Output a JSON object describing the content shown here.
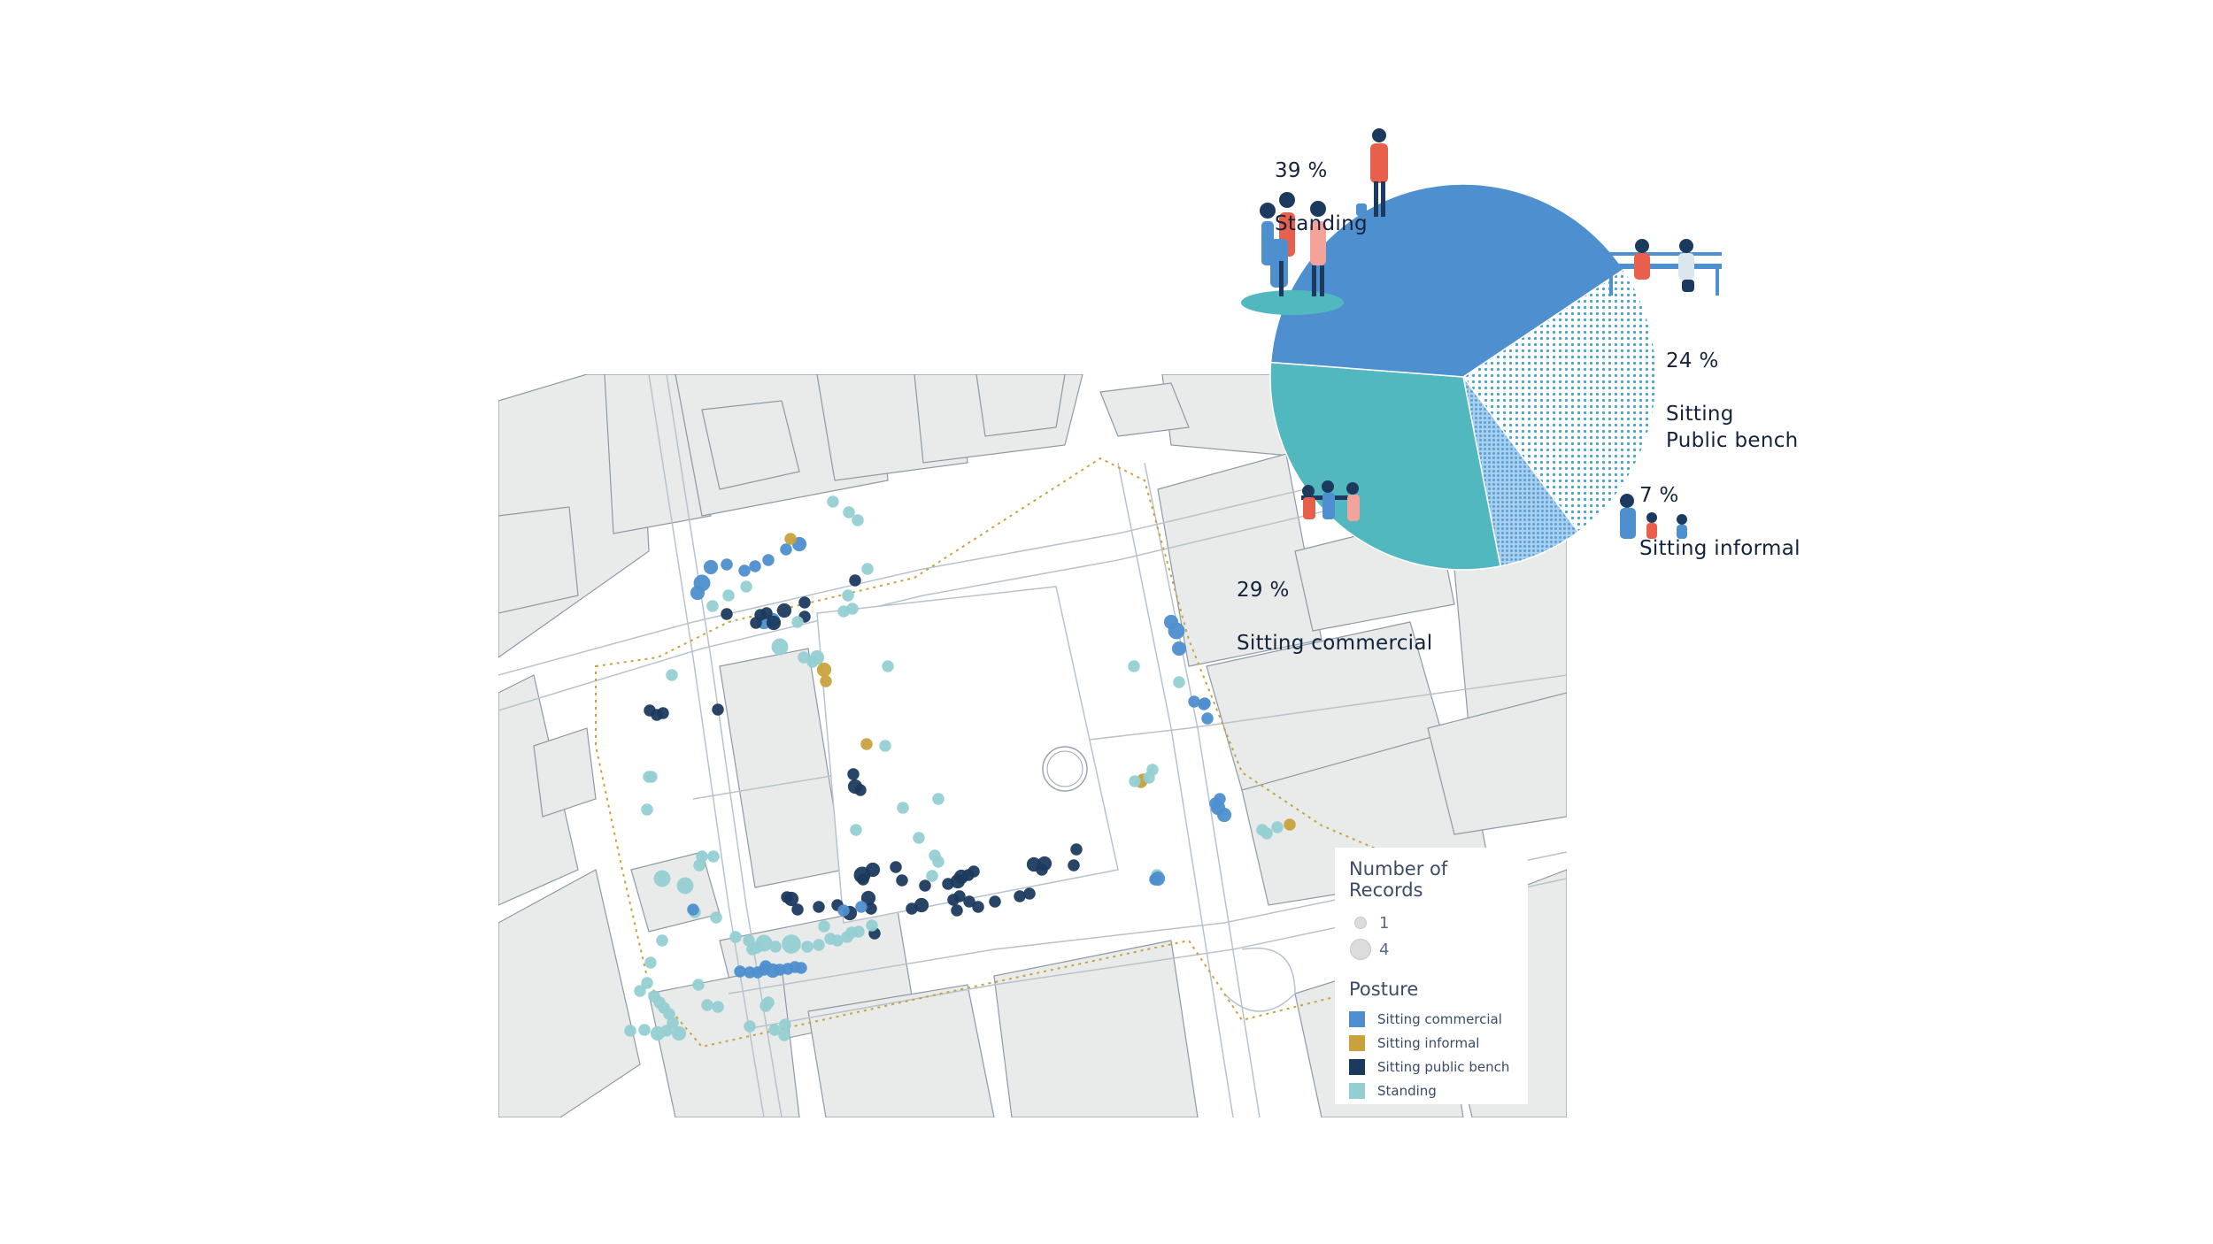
{
  "pie": {
    "slices": [
      {
        "key": "standing",
        "percent": 39,
        "color": "#4e8fcf",
        "pattern": "solid",
        "label_pct": "39 %",
        "label_name": "Standing"
      },
      {
        "key": "public_bench",
        "percent": 24,
        "color": "#4aa3c8",
        "pattern": "dots",
        "label_pct": "24 %",
        "label_name": "Sitting\nPublic bench"
      },
      {
        "key": "informal",
        "percent": 7,
        "color": "#5aa0d6",
        "pattern": "dense-dots",
        "label_pct": "7 %",
        "label_name": "Sitting informal"
      },
      {
        "key": "commercial",
        "percent": 29,
        "color": "#52b8bf",
        "pattern": "solid",
        "label_pct": "29 %",
        "label_name": "Sitting commercial"
      }
    ]
  },
  "legend": {
    "size_title": "Number of Records",
    "sizes": [
      {
        "label": "1",
        "value": 1
      },
      {
        "label": "4",
        "value": 4
      }
    ],
    "posture_title": "Posture",
    "categories": [
      {
        "label": "Sitting commercial",
        "color": "#4e8fcf"
      },
      {
        "label": "Sitting informal",
        "color": "#c9a23e"
      },
      {
        "label": "Sitting public bench",
        "color": "#1c3a5e"
      },
      {
        "label": "Standing",
        "color": "#93cfd2"
      }
    ]
  },
  "colors": {
    "building": "#e8ebe9",
    "building_edge": "#9aa4b0",
    "boundary": "#c9a23e",
    "road_line": "#b8c2cc"
  }
}
